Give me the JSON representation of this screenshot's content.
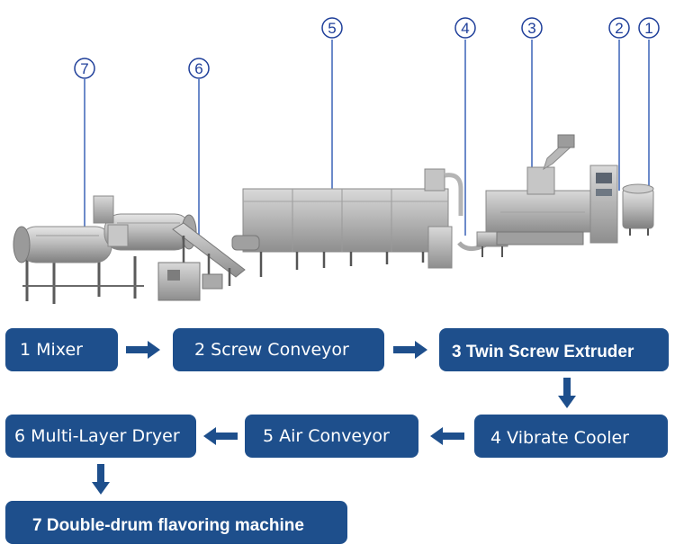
{
  "callouts": [
    "1",
    "2",
    "3",
    "4",
    "5",
    "6",
    "7"
  ],
  "steps": [
    "1 Mixer",
    "2 Screw Conveyor",
    "3 Twin Screw Extruder",
    "4 Vibrate Cooler",
    "5 Air Conveyor",
    "6 Multi-Layer Dryer",
    "7 Double-drum flavoring machine"
  ],
  "colors": {
    "step_fill": "#1e4f8c",
    "step_text": "#ffffff",
    "callout_ring": "#1f3f9a",
    "machine_steel": "#b9b9b9"
  }
}
